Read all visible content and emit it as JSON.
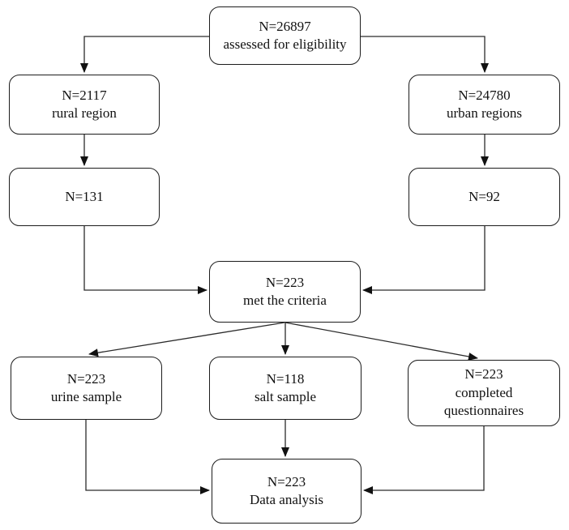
{
  "diagram": {
    "type": "flowchart",
    "nodes": [
      {
        "id": "eligibility",
        "n": "N=26897",
        "label": "assessed for eligibility"
      },
      {
        "id": "rural",
        "n": "N=2117",
        "label": "rural region"
      },
      {
        "id": "urban",
        "n": "N=24780",
        "label": "urban regions"
      },
      {
        "id": "rural-included",
        "n": "N=131",
        "label": ""
      },
      {
        "id": "urban-included",
        "n": "N=92",
        "label": ""
      },
      {
        "id": "criteria",
        "n": "N=223",
        "label": "met the criteria"
      },
      {
        "id": "urine",
        "n": "N=223",
        "label": "urine sample"
      },
      {
        "id": "salt",
        "n": "N=118",
        "label": "salt sample"
      },
      {
        "id": "questionnaires",
        "n": "N=223",
        "label": "completed questionnaires"
      },
      {
        "id": "analysis",
        "n": "N=223",
        "label": "Data analysis"
      }
    ],
    "edges": [
      "eligibility -> rural",
      "eligibility -> urban",
      "rural -> rural-included",
      "urban -> urban-included",
      "rural-included -> criteria",
      "urban-included -> criteria",
      "criteria -> urine",
      "criteria -> salt",
      "criteria -> questionnaires",
      "urine -> analysis",
      "salt -> analysis",
      "questionnaires -> analysis"
    ],
    "colors": {
      "background": "#ffffff",
      "box_border": "#1c1c1c",
      "connector": "#2b2b2b",
      "text": "#111111"
    }
  }
}
